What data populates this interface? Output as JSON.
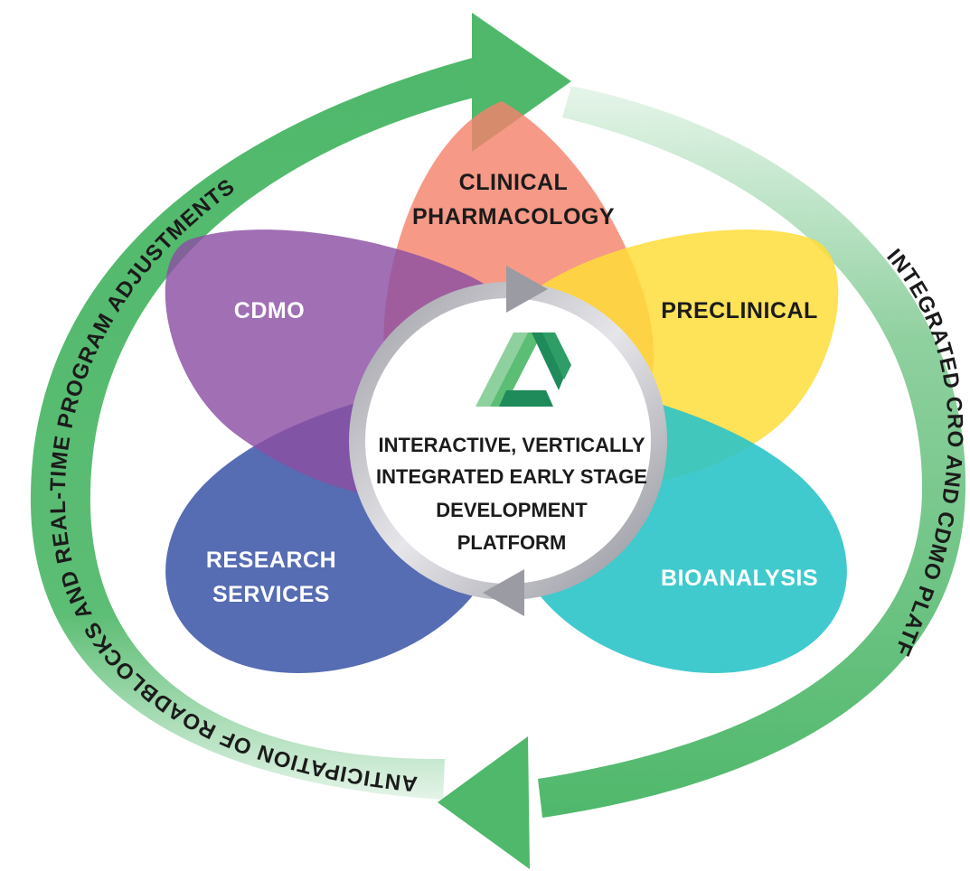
{
  "diagram": {
    "petals": {
      "clinical": {
        "line1": "CLINICAL",
        "line2": "PHARMACOLOGY",
        "color": "#f4826c"
      },
      "preclinical": {
        "label": "PRECLINICAL",
        "color": "#fedd3a"
      },
      "bioanalysis": {
        "label": "BIOANALYSIS",
        "color": "#2cc4c8"
      },
      "research": {
        "line1": "RESEARCH",
        "line2": "SERVICES",
        "color": "#3f58a8"
      },
      "cdmo": {
        "label": "CDMO",
        "color": "#8b4fa4"
      }
    },
    "center": {
      "line1": "INTERACTIVE, VERTICALLY",
      "line2": "INTEGRATED EARLY STAGE",
      "line3": "DEVELOPMENT",
      "line4": "PLATFORM"
    },
    "outer_left_text": "ANTICIPATION OF ROADBLOCKS AND REAL-TIME PROGRAM ADJUSTMENTS",
    "outer_right_text": "INTEGRATED CRO AND CDMO PLATFORM",
    "colors": {
      "ring_green": "#4fb86b",
      "ring_green_light": "#c8e8cf",
      "inner_ring": "#b8b8c0"
    },
    "logo": "a-letter-logo-icon"
  }
}
